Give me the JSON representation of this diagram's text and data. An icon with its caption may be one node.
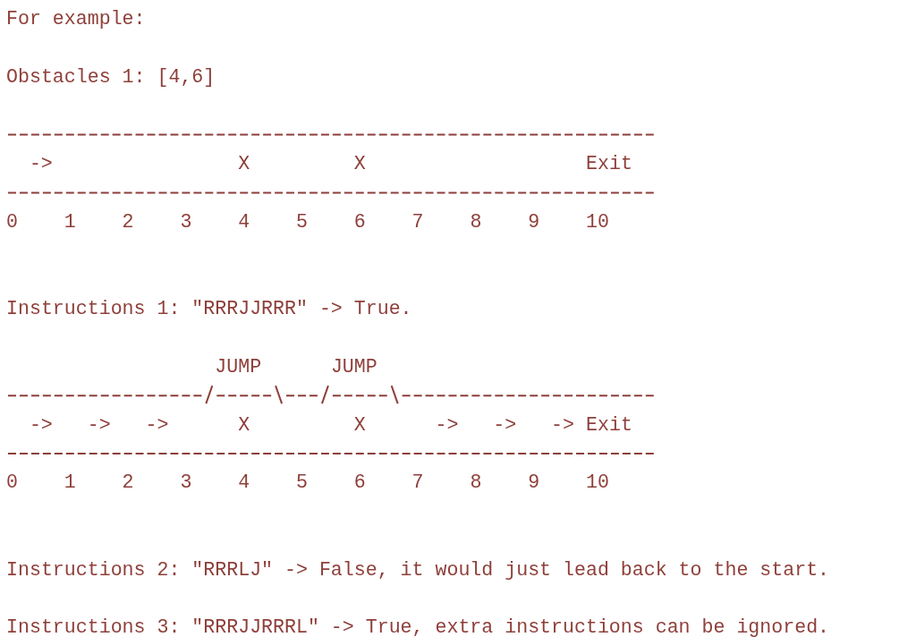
{
  "diagram": {
    "labels": [
      "For example:",
      "Obstacles 1: [4,6]",
      "->",
      "X",
      "X",
      "Exit",
      "0",
      "1",
      "2",
      "3",
      "4",
      "5",
      "6",
      "7",
      "8",
      "9",
      "10",
      "Instructions 1: \"RRRJJRRR\" -> True.",
      "JUMP",
      "JUMP",
      "->",
      "->",
      "->",
      "X",
      "X",
      "->",
      "->",
      "->",
      "Exit",
      "0",
      "1",
      "2",
      "3",
      "4",
      "5",
      "6",
      "7",
      "8",
      "9",
      "10",
      "Instructions 2: \"RRRLJ\" -> False, it would just lead back to the start.",
      "Instructions 3: \"RRRJJRRRL\" -> True, extra instructions can be ignored."
    ]
  }
}
